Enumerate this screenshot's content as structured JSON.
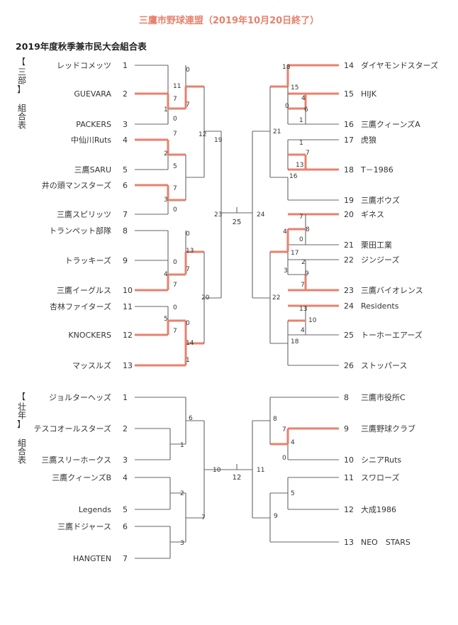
{
  "page": {
    "header": "三鷹市野球連盟（2019年10月20日終了）",
    "subtitle": "2019年度秋季兼市民大会組合表"
  },
  "colors": {
    "accent": "#e8816d",
    "line": "#666666",
    "text": "#333333"
  },
  "division_labels": [
    {
      "bracket": "【",
      "name": "三部",
      "closing": "】",
      "suffix": "組合表"
    },
    {
      "bracket": "【",
      "name": "壮年",
      "closing": "】",
      "suffix": "組合表"
    }
  ],
  "sanbu": {
    "left_teams": [
      {
        "name": "レッドコメッツ",
        "no": "1"
      },
      {
        "name": "GUEVARA",
        "no": "2"
      },
      {
        "name": "PACKERS",
        "no": "3"
      },
      {
        "name": "中仙川Ruts",
        "no": "4"
      },
      {
        "name": "三鷹SARU",
        "no": "5"
      },
      {
        "name": "井の頭マンスターズ",
        "no": "6"
      },
      {
        "name": "三鷹スピリッツ",
        "no": "7"
      },
      {
        "name": "トランペット部隊",
        "no": "8"
      },
      {
        "name": "トラッキーズ",
        "no": "9"
      },
      {
        "name": "三鷹イーグルス",
        "no": "10"
      },
      {
        "name": "杏林ファイターズ",
        "no": "11"
      },
      {
        "name": "KNOCKERS",
        "no": "12"
      },
      {
        "name": "マッスルズ",
        "no": "13"
      }
    ],
    "right_teams": [
      {
        "no": "14",
        "name": "ダイヤモンドスターズ"
      },
      {
        "no": "15",
        "name": "HIJK"
      },
      {
        "no": "16",
        "name": "三鷹クィーンズA"
      },
      {
        "no": "17",
        "name": "虎狼"
      },
      {
        "no": "18",
        "name": "T－1986"
      },
      {
        "no": "19",
        "name": "三鷹ボウズ"
      },
      {
        "no": "20",
        "name": "ギネス"
      },
      {
        "no": "21",
        "name": "栗田工業"
      },
      {
        "no": "22",
        "name": "ジンジーズ"
      },
      {
        "no": "23",
        "name": "三鷹バイオレンス"
      },
      {
        "no": "24",
        "name": "Residents"
      },
      {
        "no": "25",
        "name": "トーホーエアーズ"
      },
      {
        "no": "26",
        "name": "ストッパース"
      }
    ],
    "left_scores": [
      "0",
      "11",
      "7",
      "1",
      "7",
      "0",
      "7",
      "2",
      "5",
      "12",
      "7",
      "3",
      "0",
      "19",
      "0",
      "13",
      "0",
      "4",
      "7",
      "7",
      "20",
      "0",
      "5",
      "7",
      "0",
      "14",
      "1",
      "23"
    ],
    "right_scores": [
      "18",
      "15",
      "4",
      "0",
      "6",
      "1",
      "21",
      "1",
      "7",
      "13",
      "16",
      "24",
      "7",
      "8",
      "4",
      "17",
      "0",
      "2",
      "3",
      "9",
      "7",
      "22",
      "13",
      "10",
      "4",
      "18"
    ],
    "final_game": "25"
  },
  "sounen": {
    "left_teams": [
      {
        "name": "ジョルターヘッズ",
        "no": "1"
      },
      {
        "name": "テスコオールスターズ",
        "no": "2"
      },
      {
        "name": "三鷹スリーホークス",
        "no": "3"
      },
      {
        "name": "三鷹クィーンズB",
        "no": "4"
      },
      {
        "name": "Legends",
        "no": "5"
      },
      {
        "name": "三鷹ドジャース",
        "no": "6"
      },
      {
        "name": "HANGTEN",
        "no": "7"
      }
    ],
    "right_teams": [
      {
        "no": "8",
        "name": "三鷹市役所C"
      },
      {
        "no": "9",
        "name": "三鷹野球クラブ"
      },
      {
        "no": "10",
        "name": "シニアRuts"
      },
      {
        "no": "11",
        "name": "スワローズ"
      },
      {
        "no": "12",
        "name": "大成1986"
      },
      {
        "no": "13",
        "name": "NEO　STARS"
      }
    ],
    "left_scores": [
      "6",
      "1",
      "2",
      "7",
      "3",
      "10"
    ],
    "right_scores": [
      "8",
      "7",
      "4",
      "0",
      "5",
      "9",
      "11"
    ],
    "final_game": "12"
  }
}
